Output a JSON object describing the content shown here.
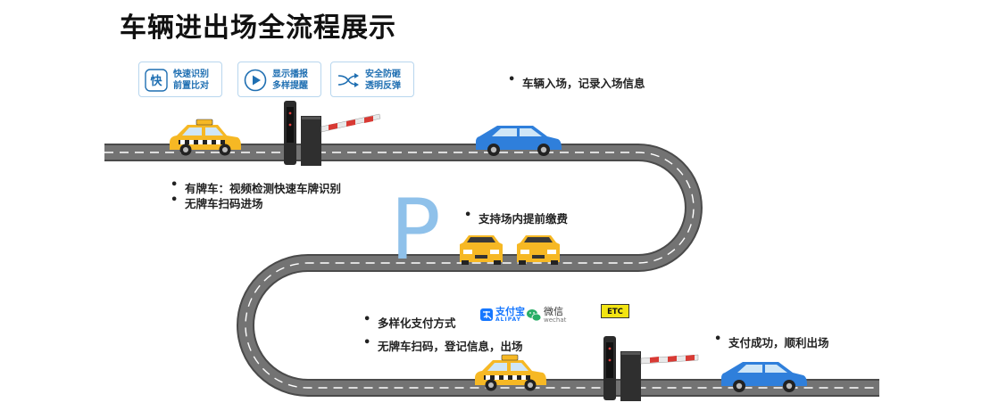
{
  "title": "车辆进出场全流程展示",
  "features": [
    {
      "icon": "lightning-icon",
      "icon_text": "快",
      "line1": "快速识别",
      "line2": "前置比对"
    },
    {
      "icon": "play-icon",
      "icon_text": "",
      "line1": "显示播报",
      "line2": "多样提醒"
    },
    {
      "icon": "shuffle-icon",
      "icon_text": "",
      "line1": "安全防砸",
      "line2": "透明反弹"
    }
  ],
  "steps": {
    "entry_record": "车辆入场，记录入场信息",
    "plate_detect": "有牌车：视频检测快速车牌识别",
    "no_plate_entry": "无牌车扫码进场",
    "prepay": "支持场内提前缴费",
    "pay_methods": "多样化支付方式",
    "no_plate_exit": "无牌车扫码，登记信息，出场",
    "exit_success": "支付成功，顺利出场"
  },
  "parking_letter": "P",
  "payment": {
    "alipay_name": "支付宝",
    "alipay_sub": "ALIPAY",
    "wechat_name": "微信",
    "wechat_sub": "wechat",
    "etc_label": "ETC"
  },
  "colors": {
    "road": "#737373",
    "road_edge": "#4a4a4a",
    "taxi": "#f6b824",
    "car_blue": "#2f7fdb",
    "accent_blue": "#1f6fb2",
    "barrier_red": "#d83a34",
    "parking_p": "#8fc1ea"
  }
}
